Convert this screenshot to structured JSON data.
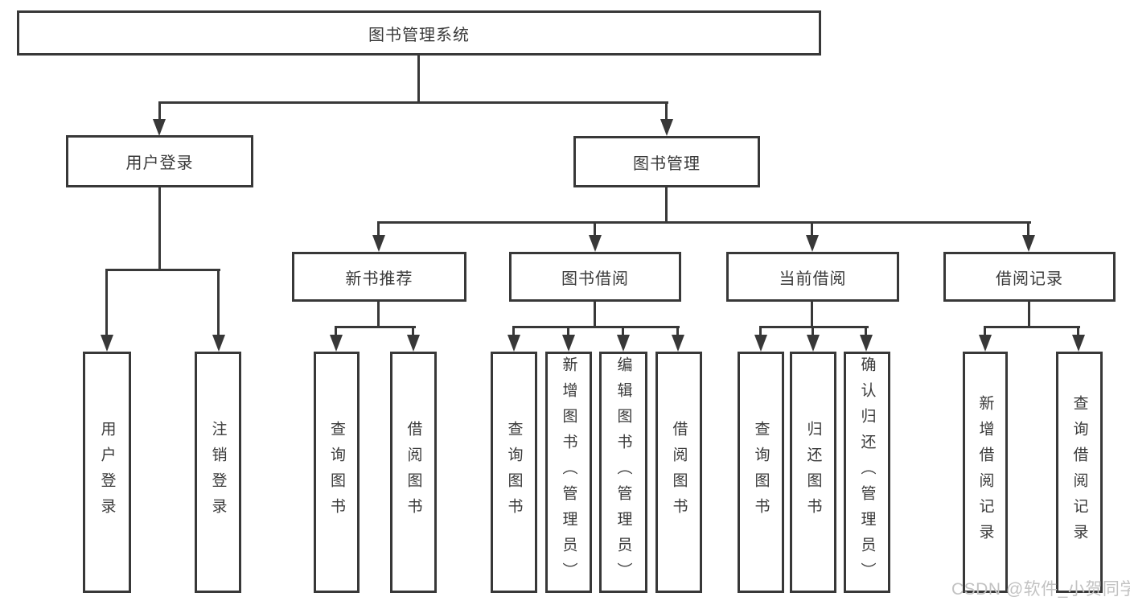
{
  "diagram": {
    "root": {
      "label": "图书管理系统"
    },
    "level2": [
      {
        "label": "用户登录"
      },
      {
        "label": "图书管理"
      }
    ],
    "level3": [
      {
        "label": "新书推荐"
      },
      {
        "label": "图书借阅"
      },
      {
        "label": "当前借阅"
      },
      {
        "label": "借阅记录"
      }
    ],
    "leaves": {
      "user_login": [
        {
          "label": "用户登录"
        },
        {
          "label": "注销登录"
        }
      ],
      "new_book": [
        {
          "label": "查询图书"
        },
        {
          "label": "借阅图书"
        }
      ],
      "book_borrow": [
        {
          "label": "查询图书"
        },
        {
          "label": "新增图书（管理员）"
        },
        {
          "label": "编辑图书（管理员）"
        },
        {
          "label": "借阅图书"
        }
      ],
      "current_borrow": [
        {
          "label": "查询图书"
        },
        {
          "label": "归还图书"
        },
        {
          "label": "确认归还（管理员）"
        }
      ],
      "borrow_record": [
        {
          "label": "新增借阅记录"
        },
        {
          "label": "查询借阅记录"
        }
      ]
    }
  },
  "watermark": {
    "text": "CSDN @软件_小贺同学"
  },
  "colors": {
    "line": "#383838",
    "box_border": "#383838",
    "text": "#3a3a3a",
    "watermark": "#c2c2c2",
    "background": "#ffffff"
  }
}
